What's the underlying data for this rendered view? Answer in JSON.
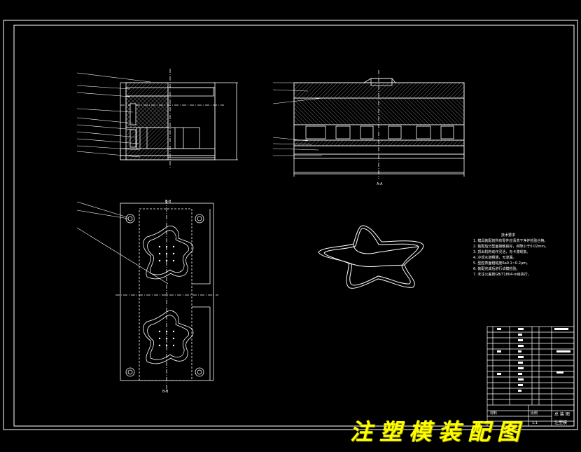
{
  "title_block": {
    "cells": [
      "总 装 图",
      "材料",
      "比例",
      "注塑模",
      "1:1"
    ]
  },
  "sheet": {
    "colors": {
      "background": "#000000",
      "line": "#ffffff",
      "watermark": "#ffff00",
      "hatch": "#9a9a9a"
    }
  },
  "watermark": {
    "text": "注塑模装配图"
  },
  "views": {
    "section_aa_label": "A-A",
    "section_bb_label": "B-B",
    "plan_label": "B-B"
  },
  "tech_notes": {
    "title": "技术要求",
    "lines": [
      "1. 模具装配前所有零件应清洗干净并检验合格。",
      "2. 装配后分型面接触良好，间隙小于0.02mm。",
      "3. 顶出机构动作灵活，无卡滞现象。",
      "4. 冷却水道畅通，无渗漏。",
      "5. 型腔表面粗糙度Ra0.1~0.2μm。",
      "6. 装配完成后进行试模检验。",
      "7. 未注公差按GB/T1804-m级执行。"
    ]
  }
}
